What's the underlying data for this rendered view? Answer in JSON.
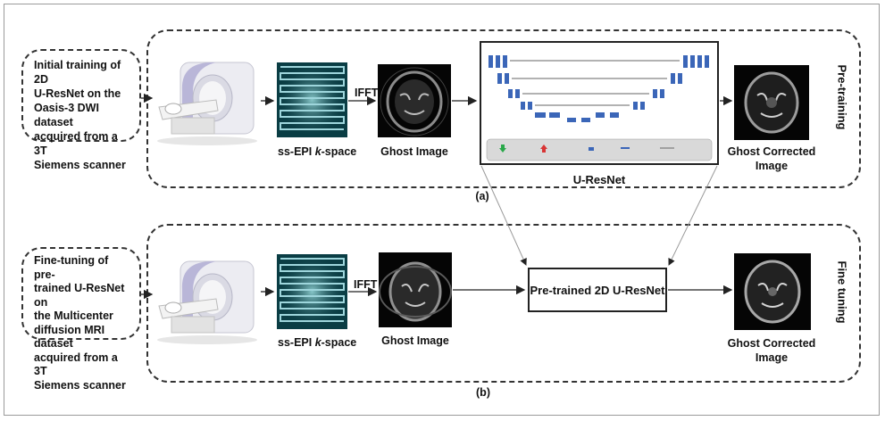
{
  "pretraining": {
    "note": "Initial training of 2D U-ResNet on the Oasis-3 DWI dataset acquired from a 3T Siemens scanner",
    "note_lines": [
      "Initial training of 2D",
      "U-ResNet on the",
      "Oasis-3 DWI dataset",
      "acquired from a 3T",
      "Siemens scanner"
    ],
    "kspace_label_pre": "ss-EPI ",
    "kspace_label_k": "k",
    "kspace_label_post": "-space",
    "ifft_label": "IFFT",
    "ghost_label": "Ghost Image",
    "network_label": "U-ResNet",
    "output_label": "Ghost Corrected Image",
    "output_lines": [
      "Ghost Corrected",
      "Image"
    ],
    "side_label": "Pre-training",
    "panel_label": "(a)"
  },
  "finetuning": {
    "note": "Fine-tuning of pre-trained U-ResNet on the Multicenter diffusion MRI dataset acquired from a 3T Siemens scanner",
    "note_lines": [
      "Fine-tuning of pre-",
      "trained U-ResNet on",
      "the Multicenter",
      "diffusion MRI dataset",
      "acquired from a 3T",
      "Siemens scanner"
    ],
    "kspace_label_pre": "ss-EPI ",
    "kspace_label_k": "k",
    "kspace_label_post": "-space",
    "ifft_label": "IFFT",
    "ghost_label": "Ghost Image",
    "network_label": "Pre-trained 2D U-ResNet",
    "output_label": "Ghost Corrected Image",
    "output_lines": [
      "Ghost Corrected",
      "Image"
    ],
    "side_label": "Fine tuning",
    "panel_label": "(b)"
  },
  "colors": {
    "kspace_bg": "#0a3d44",
    "kspace_line": "#9ed6dc",
    "unet_block": "#3b66b8",
    "legend_down": "#2aa84a",
    "legend_up": "#d83434"
  }
}
